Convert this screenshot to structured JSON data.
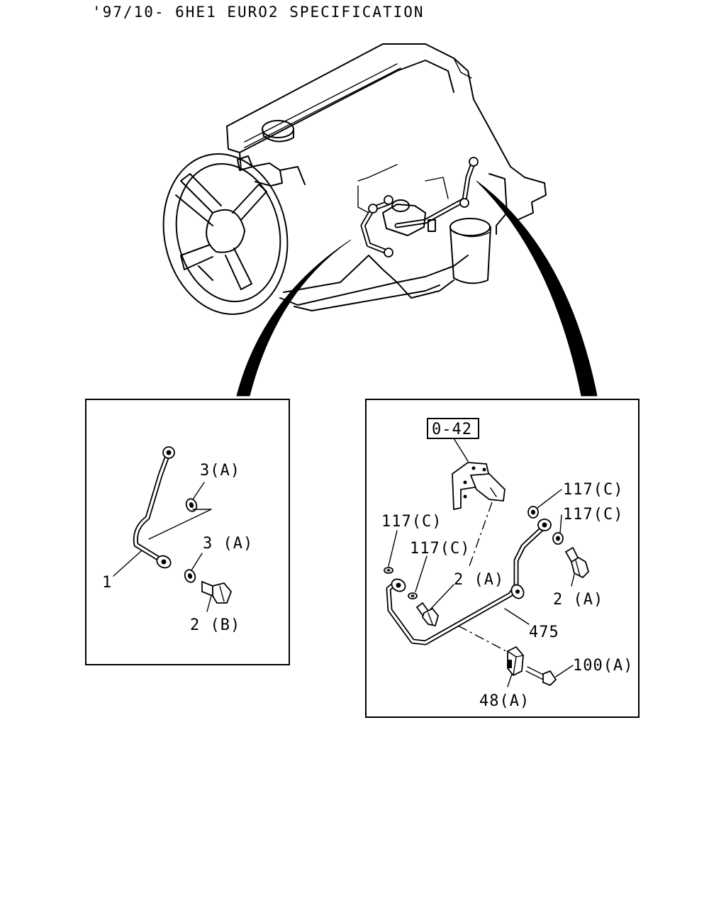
{
  "header": {
    "title": "'97/10- 6HE1 EURO2 SPECIFICATION"
  },
  "left_detail": {
    "labels": {
      "part_1": "1",
      "washer_upper": "3(A)",
      "washer_lower": "3 (A)",
      "eye_bolt": "2 (B)"
    }
  },
  "right_detail": {
    "reference_box": "0-42",
    "labels": {
      "washer_top_right_1": "117(C)",
      "washer_top_right_2": "117(C)",
      "washer_left_1": "117(C)",
      "washer_left_2": "117(C)",
      "bolt_center": "2 (A)",
      "bolt_right": "2 (A)",
      "pipe": "475",
      "clip_bolt": "100(A)",
      "clip": "48(A)"
    }
  }
}
